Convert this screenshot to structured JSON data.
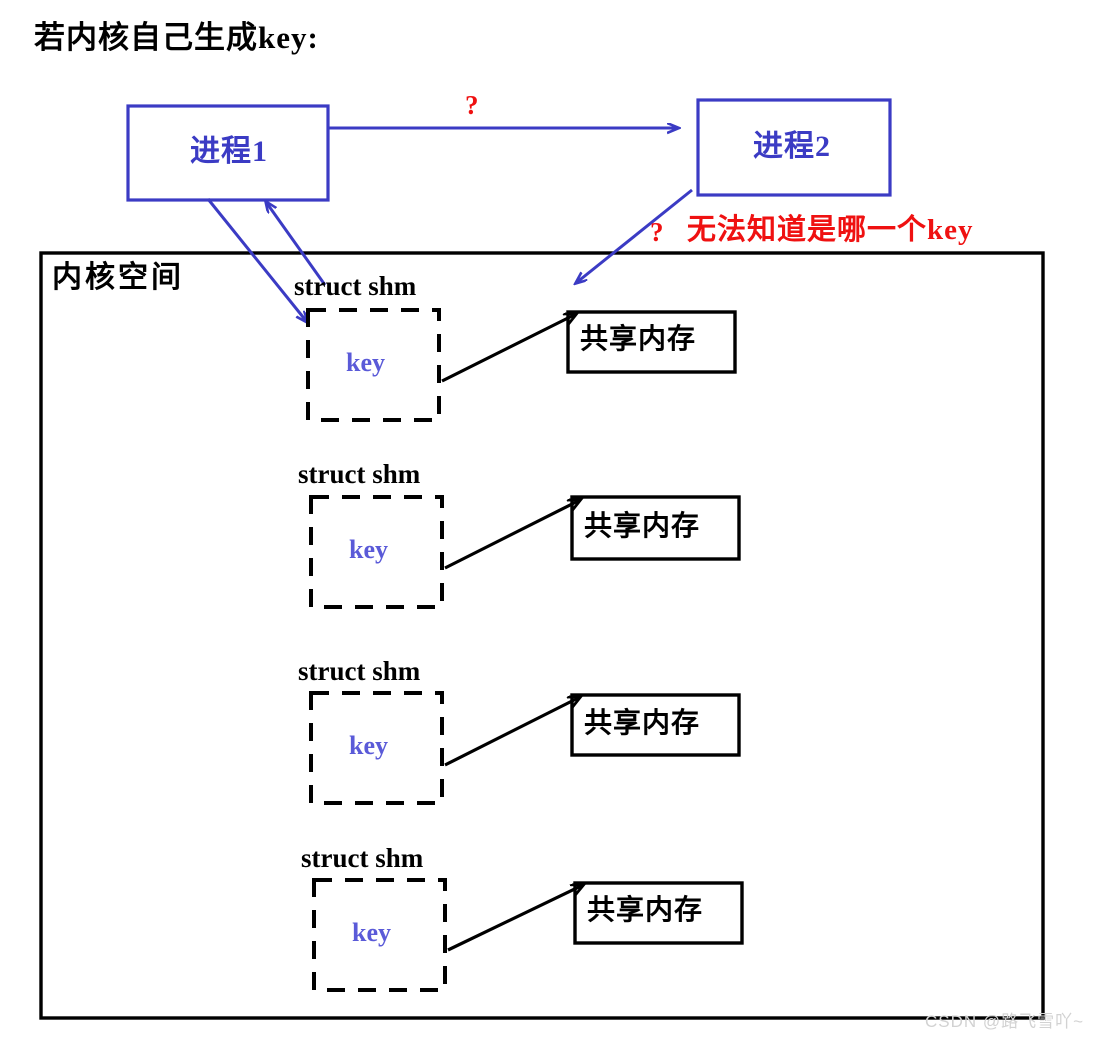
{
  "page": {
    "title_text": "若内核自己生成key:",
    "watermark": "CSDN @路飞雪吖~",
    "background": "#ffffff"
  },
  "colors": {
    "process_blue": "#3b3bc4",
    "key_blue": "#5a5ad8",
    "warning_red": "#ef1111",
    "kernel_black": "#000000"
  },
  "processes": {
    "process1": {
      "label": "进程1"
    },
    "process2": {
      "label": "进程2"
    }
  },
  "annotations": {
    "question_mark_top": "?",
    "question_mark_warn": "?",
    "warning_text": "无法知道是哪一个key"
  },
  "kernel": {
    "label": "内核空间",
    "entries": [
      {
        "struct_label": "struct shm",
        "key_label": "key",
        "shm_label": "共享内存"
      },
      {
        "struct_label": "struct shm",
        "key_label": "key",
        "shm_label": "共享内存"
      },
      {
        "struct_label": "struct shm",
        "key_label": "key",
        "shm_label": "共享内存"
      },
      {
        "struct_label": "struct shm",
        "key_label": "key",
        "shm_label": "共享内存"
      }
    ]
  }
}
